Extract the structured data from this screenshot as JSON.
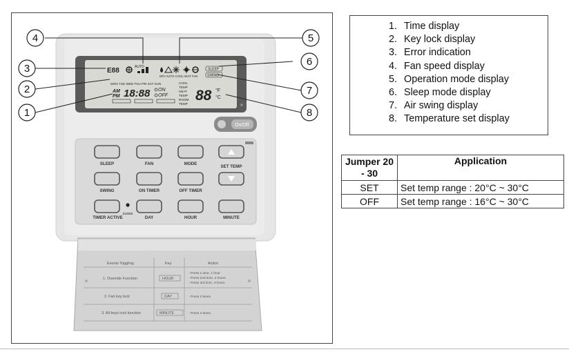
{
  "legend": {
    "items": [
      "Time display",
      "Key lock display",
      "Error indication",
      "Fan speed display",
      "Operation mode display",
      "Sleep mode display",
      "Air swing display",
      "Temperature set display"
    ]
  },
  "callouts": [
    "4",
    "3",
    "2",
    "1",
    "5",
    "6",
    "7",
    "8"
  ],
  "lcd": {
    "error_code": "E88",
    "auto_label": "AUTO",
    "mode_labels": "DRY AUTO COOL HEAT FAN",
    "sleep_label": "SLEEP",
    "swing_label": "SWING",
    "days": "MON TUE WED THU FRI SAT SUN",
    "am": "AM",
    "pm": "PM",
    "time_digits": "18:88",
    "on": "ON",
    "off": "OFF",
    "cool_words": [
      "COOL",
      "TEMP",
      "HEAT",
      "TEMP",
      "ROOM",
      "TEMP"
    ],
    "temp_digits": "88",
    "unit_f": "°F",
    "unit_c": "°C"
  },
  "remote": {
    "onoff_label": "On/Off",
    "buttons": [
      "SLEEP",
      "FAN",
      "MODE",
      "SET TEMP",
      "SWING",
      "ON TIMER",
      "OFF TIMER",
      "TIMER ACTIVE",
      "DAY",
      "HOUR",
      "MINUTE"
    ],
    "clock_label": "CLOCK"
  },
  "panel": {
    "header": [
      "Events Toggling",
      "Key",
      "Action"
    ],
    "rows": [
      {
        "event": "1. Override Function",
        "key": "HOUR",
        "action": [
          "- Press 1 time, 1 hour",
          "- Press 2nd time, 2 hours",
          "- Press 3rd time, 3 hours"
        ]
      },
      {
        "event": "2. Fan key lock",
        "key": "DAY",
        "action": [
          "- Press 3 times"
        ]
      },
      {
        "event": "3. All keys lock function",
        "key": "MINUTE",
        "action": [
          "- Press 3 times"
        ]
      }
    ]
  },
  "jumper_table": {
    "header": [
      "Jumper 20 - 30",
      "Application"
    ],
    "rows": [
      [
        "SET",
        "Set temp range : 20°C ~ 30°C"
      ],
      [
        "OFF",
        "Set temp range : 16°C ~ 30°C"
      ]
    ]
  }
}
